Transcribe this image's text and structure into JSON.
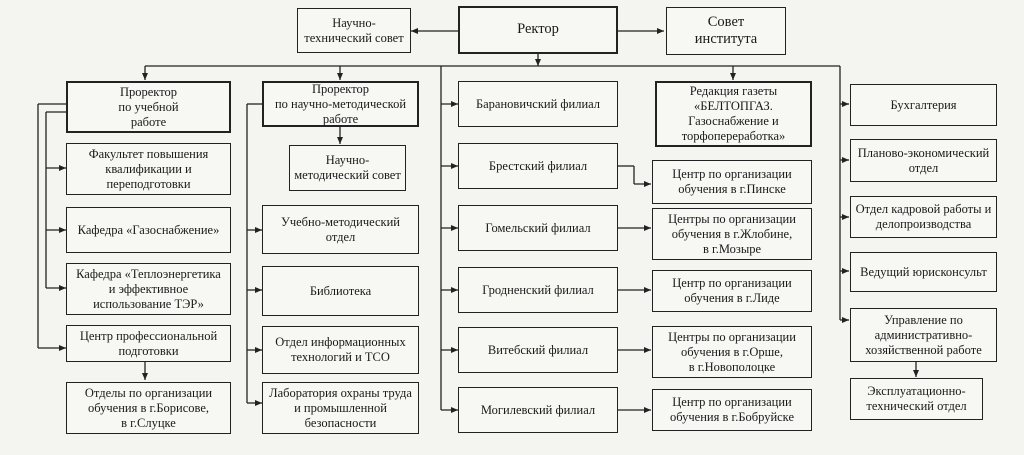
{
  "top": {
    "rector": "Ректор",
    "scientific_council": "Научно-\nтехнический совет",
    "institute_council": "Совет\nинститута"
  },
  "col1": {
    "head": "Проректор\nпо учебной\nработе",
    "items": [
      "Факультет повышения\nквалификации и\nпереподготовки",
      "Кафедра «Газоснабжение»",
      "Кафедра «Теплоэнергетика\nи эффективное\nиспользование ТЭР»",
      "Центр профессиональной\nподготовки",
      "Отделы по организации\nобучения в г.Борисове,\nв г.Слуцке"
    ]
  },
  "col2": {
    "head": "Проректор\nпо научно-методической\nработе",
    "council": "Научно-\nметодический совет",
    "items": [
      "Учебно-методический отдел",
      "Библиотека",
      "Отдел информационных\nтехнологий и ТСО",
      "Лаборатория охраны труда\nи промышленной\nбезопасности"
    ]
  },
  "col3": {
    "branches": [
      "Барановичский филиал",
      "Брестский филиал",
      "Гомельский филиал",
      "Гродненский филиал",
      "Витебский филиал",
      "Могилевский филиал"
    ]
  },
  "col4": {
    "newspaper": "Редакция газеты\n«БЕЛТОПГАЗ.\nГазоснабжение и\nторфопереработка»",
    "centers": [
      "Центр по организации\nобучения в г.Пинске",
      "Центры по организации\nобучения в г.Жлобине,\nв г.Мозыре",
      "Центр по организации\nобучения в г.Лиде",
      "Центры по организации\nобучения в г.Орше,\nв г.Новополоцке",
      "Центр по организации\nобучения в г.Бобруйске"
    ]
  },
  "col5": {
    "items": [
      "Бухгалтерия",
      "Планово-экономический\nотдел",
      "Отдел кадровой работы и\nделопроизводства",
      "Ведущий юрисконсульт",
      "Управление по\nадминистративно-\nхозяйственной работе",
      "Эксплуатационно-\nтехнический отдел"
    ]
  }
}
